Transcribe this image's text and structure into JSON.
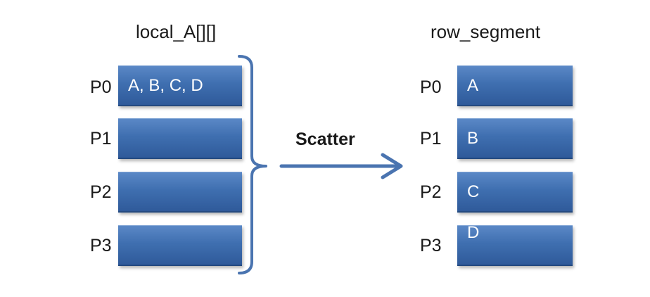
{
  "left": {
    "title": "local_A[][]",
    "rows": [
      {
        "label": "P0",
        "text": "A, B, C, D"
      },
      {
        "label": "P1",
        "text": ""
      },
      {
        "label": "P2",
        "text": ""
      },
      {
        "label": "P3",
        "text": ""
      }
    ]
  },
  "operation": {
    "label": "Scatter"
  },
  "right": {
    "title": "row_segment",
    "rows": [
      {
        "label": "P0",
        "text": "A"
      },
      {
        "label": "P1",
        "text": "B"
      },
      {
        "label": "P2",
        "text": "C"
      },
      {
        "label": "P3",
        "text": "D"
      }
    ]
  },
  "colors": {
    "bar": "#3f6fb0",
    "bracket": "#4a74b0",
    "arrow": "#4a74b0"
  }
}
